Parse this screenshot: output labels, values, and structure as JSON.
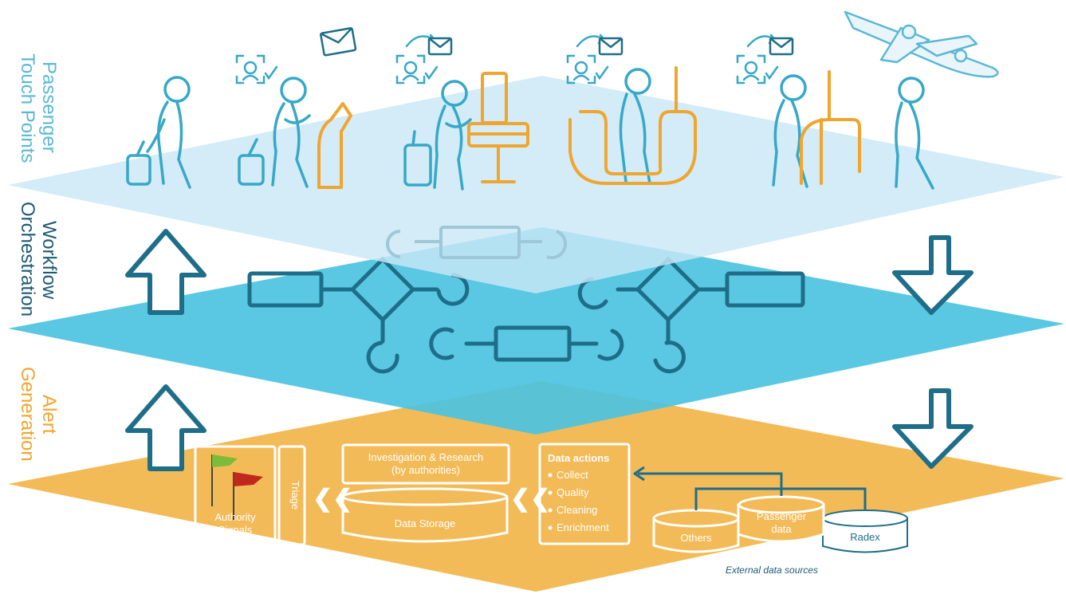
{
  "layers": {
    "touch_points": {
      "label_line1": "Passenger",
      "label_line2": "Touch Points",
      "color": "#5ab8d4",
      "plane_color": "#c9e8f6"
    },
    "workflow": {
      "label_line1": "Workflow",
      "label_line2": "Orchestration",
      "color": "#1e5a75",
      "plane_color": "#4cc3e0"
    },
    "alert": {
      "label_line1": "Alert",
      "label_line2": "Generation",
      "color": "#f2ae40",
      "plane_color": "#f3bb57"
    }
  },
  "alert_boxes": {
    "authority_signals_line1": "Authority",
    "authority_signals_line2": "Signals",
    "triage": "Triage",
    "investigation_line1": "Investigation & Research",
    "investigation_line2": "(by authorities)",
    "data_storage": "Data Storage",
    "data_actions_title": "Data actions",
    "data_actions_items": [
      "Collect",
      "Quality",
      "Cleaning",
      "Enrichment"
    ],
    "sources": {
      "others": "Others",
      "passenger_line1": "Passenger",
      "passenger_line2": "data",
      "radex": "Radex"
    },
    "external_caption": "External data sources",
    "chevrons": "❮❮"
  },
  "colors": {
    "line_dark": "#1e6e8a",
    "line_light": "#5ab8d4",
    "orange": "#f0a52e",
    "white": "#ffffff",
    "flag_green": "#7dbb3a",
    "flag_red": "#c0281e"
  }
}
